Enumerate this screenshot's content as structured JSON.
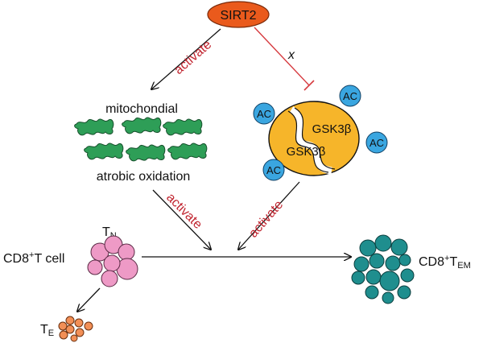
{
  "sirt2": {
    "label": "SIRT2",
    "color": "#ea5a1c"
  },
  "labels": {
    "activate_left_top": "activate",
    "activate_left_bottom": "activate",
    "activate_right": "activate",
    "inhibit_mark": "x",
    "mitochondrial": "mitochondial",
    "oxidation": "atrobic oxidation",
    "gsk_top": "GSK3β",
    "gsk_bottom": "GSK3β",
    "ac": "AC",
    "tn": "T",
    "tn_sub": "N",
    "cd8_cell_pre": "CD8",
    "cd8_cell_sup": "+",
    "cd8_cell_post": "T cell",
    "te": "T",
    "te_sub": "E",
    "tem_pre": "CD8",
    "tem_sup": "+",
    "tem_post": "T",
    "tem_sub": "EM"
  },
  "colors": {
    "activate_text": "#c0232e",
    "inhibit": "#d63a3f",
    "mitochondria": "#2e9e57",
    "gsk": "#f6b52a",
    "ac": "#3aa6e0",
    "naive_cell": "#ee9ac6",
    "effector_cell": "#f28f56",
    "memory_cell": "#1f8e8e"
  }
}
